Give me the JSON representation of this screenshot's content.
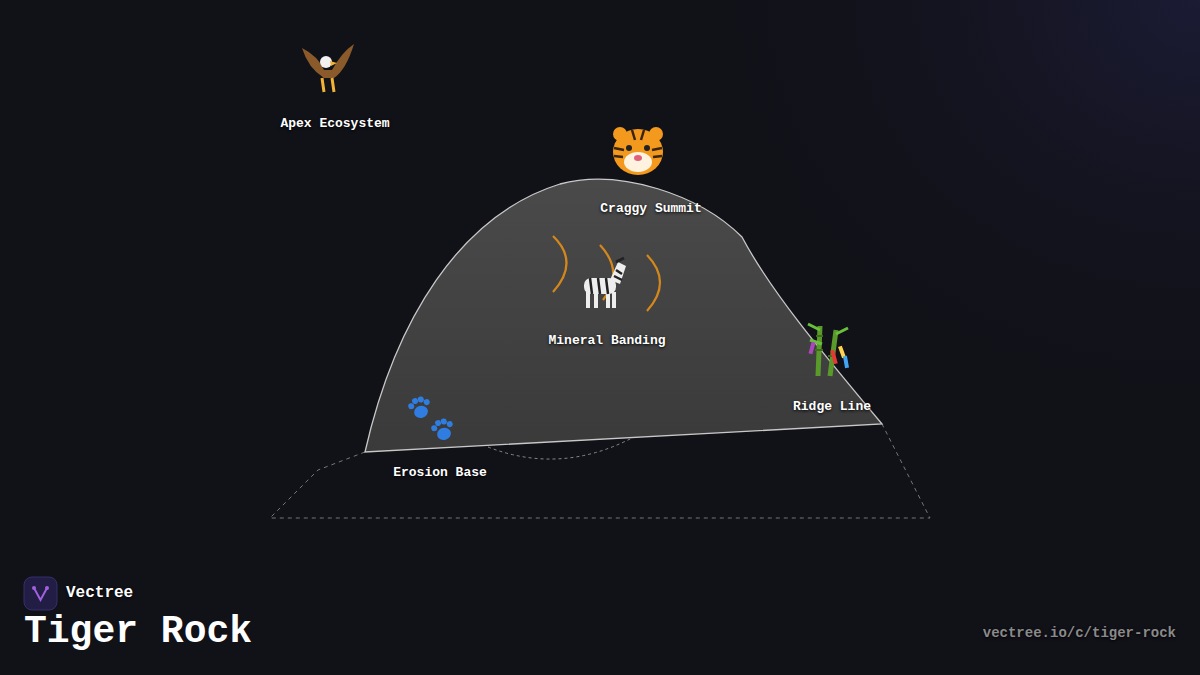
{
  "diagram": {
    "title": "Tiger Rock",
    "labels": [
      "Apex Ecosystem",
      "Craggy Summit",
      "Mineral Banding",
      "Ridge Line",
      "Erosion Base",
      "Vectree",
      "vectree.io/c/tiger-rock"
    ]
  }
}
